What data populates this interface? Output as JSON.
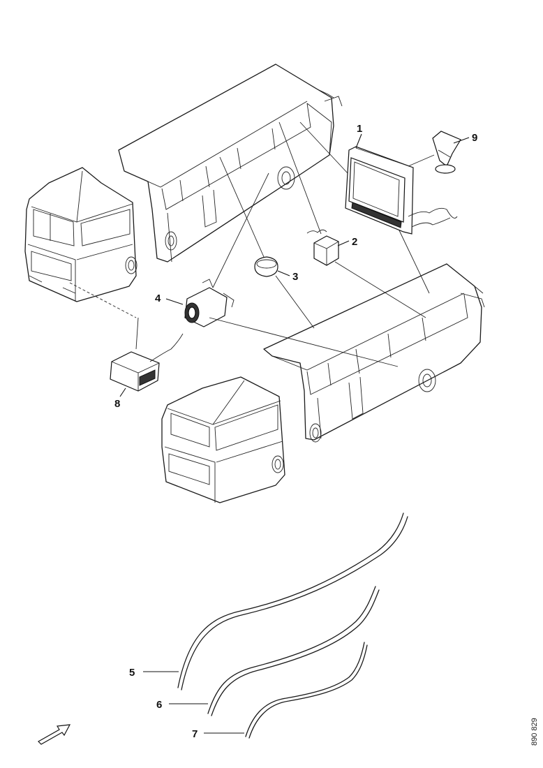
{
  "callouts": {
    "c1": "1",
    "c2": "2",
    "c3": "3",
    "c4": "4",
    "c5": "5",
    "c6": "6",
    "c7": "7",
    "c8": "8",
    "c9": "9"
  },
  "reference_code": "890 829",
  "icons": {
    "direction_arrow": "direction-arrow-icon"
  }
}
